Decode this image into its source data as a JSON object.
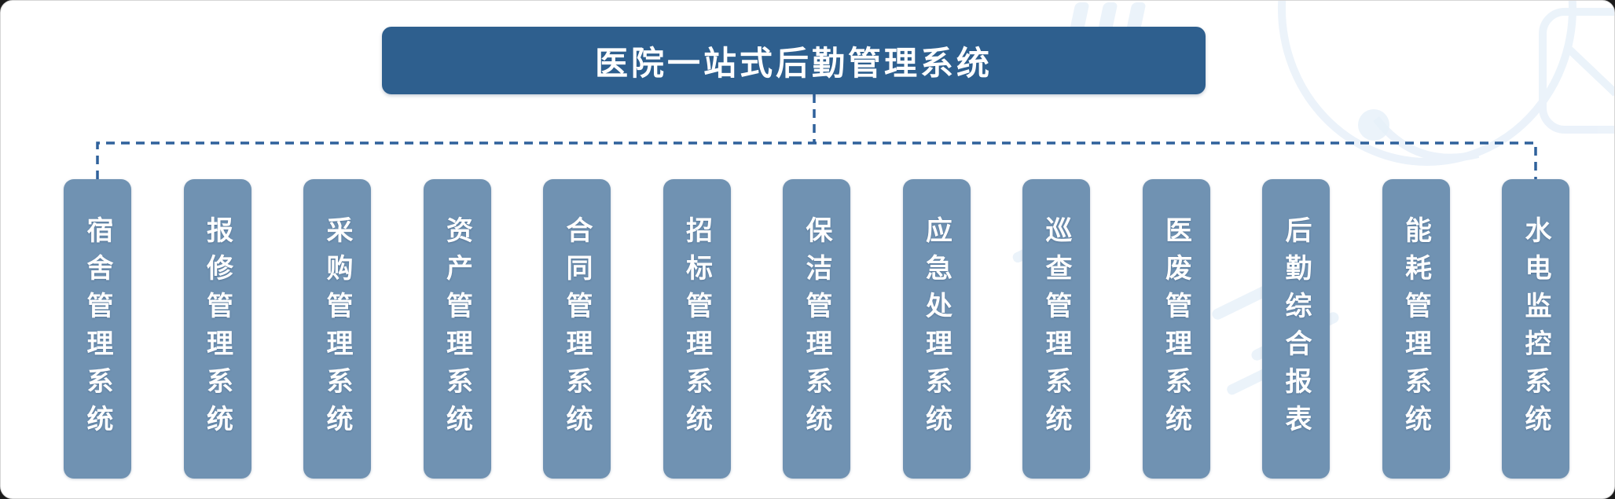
{
  "diagram": {
    "type": "org-chart",
    "title": "医院一站式后勤管理系统",
    "subsystems": [
      {
        "label": "宿舍管理系统"
      },
      {
        "label": "报修管理系统"
      },
      {
        "label": "采购管理系统"
      },
      {
        "label": "资产管理系统"
      },
      {
        "label": "合同管理系统"
      },
      {
        "label": "招标管理系统"
      },
      {
        "label": "保洁管理系统"
      },
      {
        "label": "应急处理系统"
      },
      {
        "label": "巡查管理系统"
      },
      {
        "label": "医废管理系统"
      },
      {
        "label": "后勤综合报表"
      },
      {
        "label": "能耗管理系统"
      },
      {
        "label": "水电监控系统"
      }
    ],
    "watermark_icon": "stethoscope-watermark"
  },
  "colors": {
    "root_fill": "#2e5f8e",
    "node_fill": "#7092b2",
    "connector_color": "#2f619b",
    "label_text": "#ffffff",
    "card_bg": "#ffffff",
    "card_border": "#d5d5d5",
    "watermark": "#e7f0f9"
  }
}
